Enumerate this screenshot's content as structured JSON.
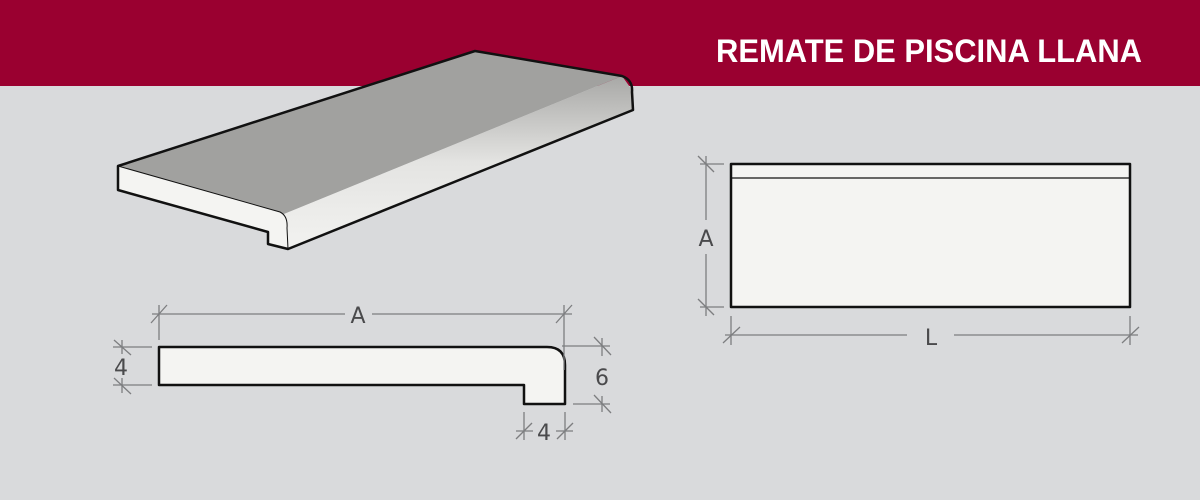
{
  "header": {
    "title": "REMATE DE PISCINA LLANA"
  },
  "profile_view": {
    "width_label": "A",
    "thickness_label": "4",
    "nose_height_label": "6",
    "nose_width_label": "4"
  },
  "top_view": {
    "width_label": "A",
    "length_label": "L"
  },
  "colors": {
    "header": "#9a0030",
    "background": "#d9dadc",
    "piece_face": "#f4f4f2",
    "piece_top": "#a1a19f"
  }
}
